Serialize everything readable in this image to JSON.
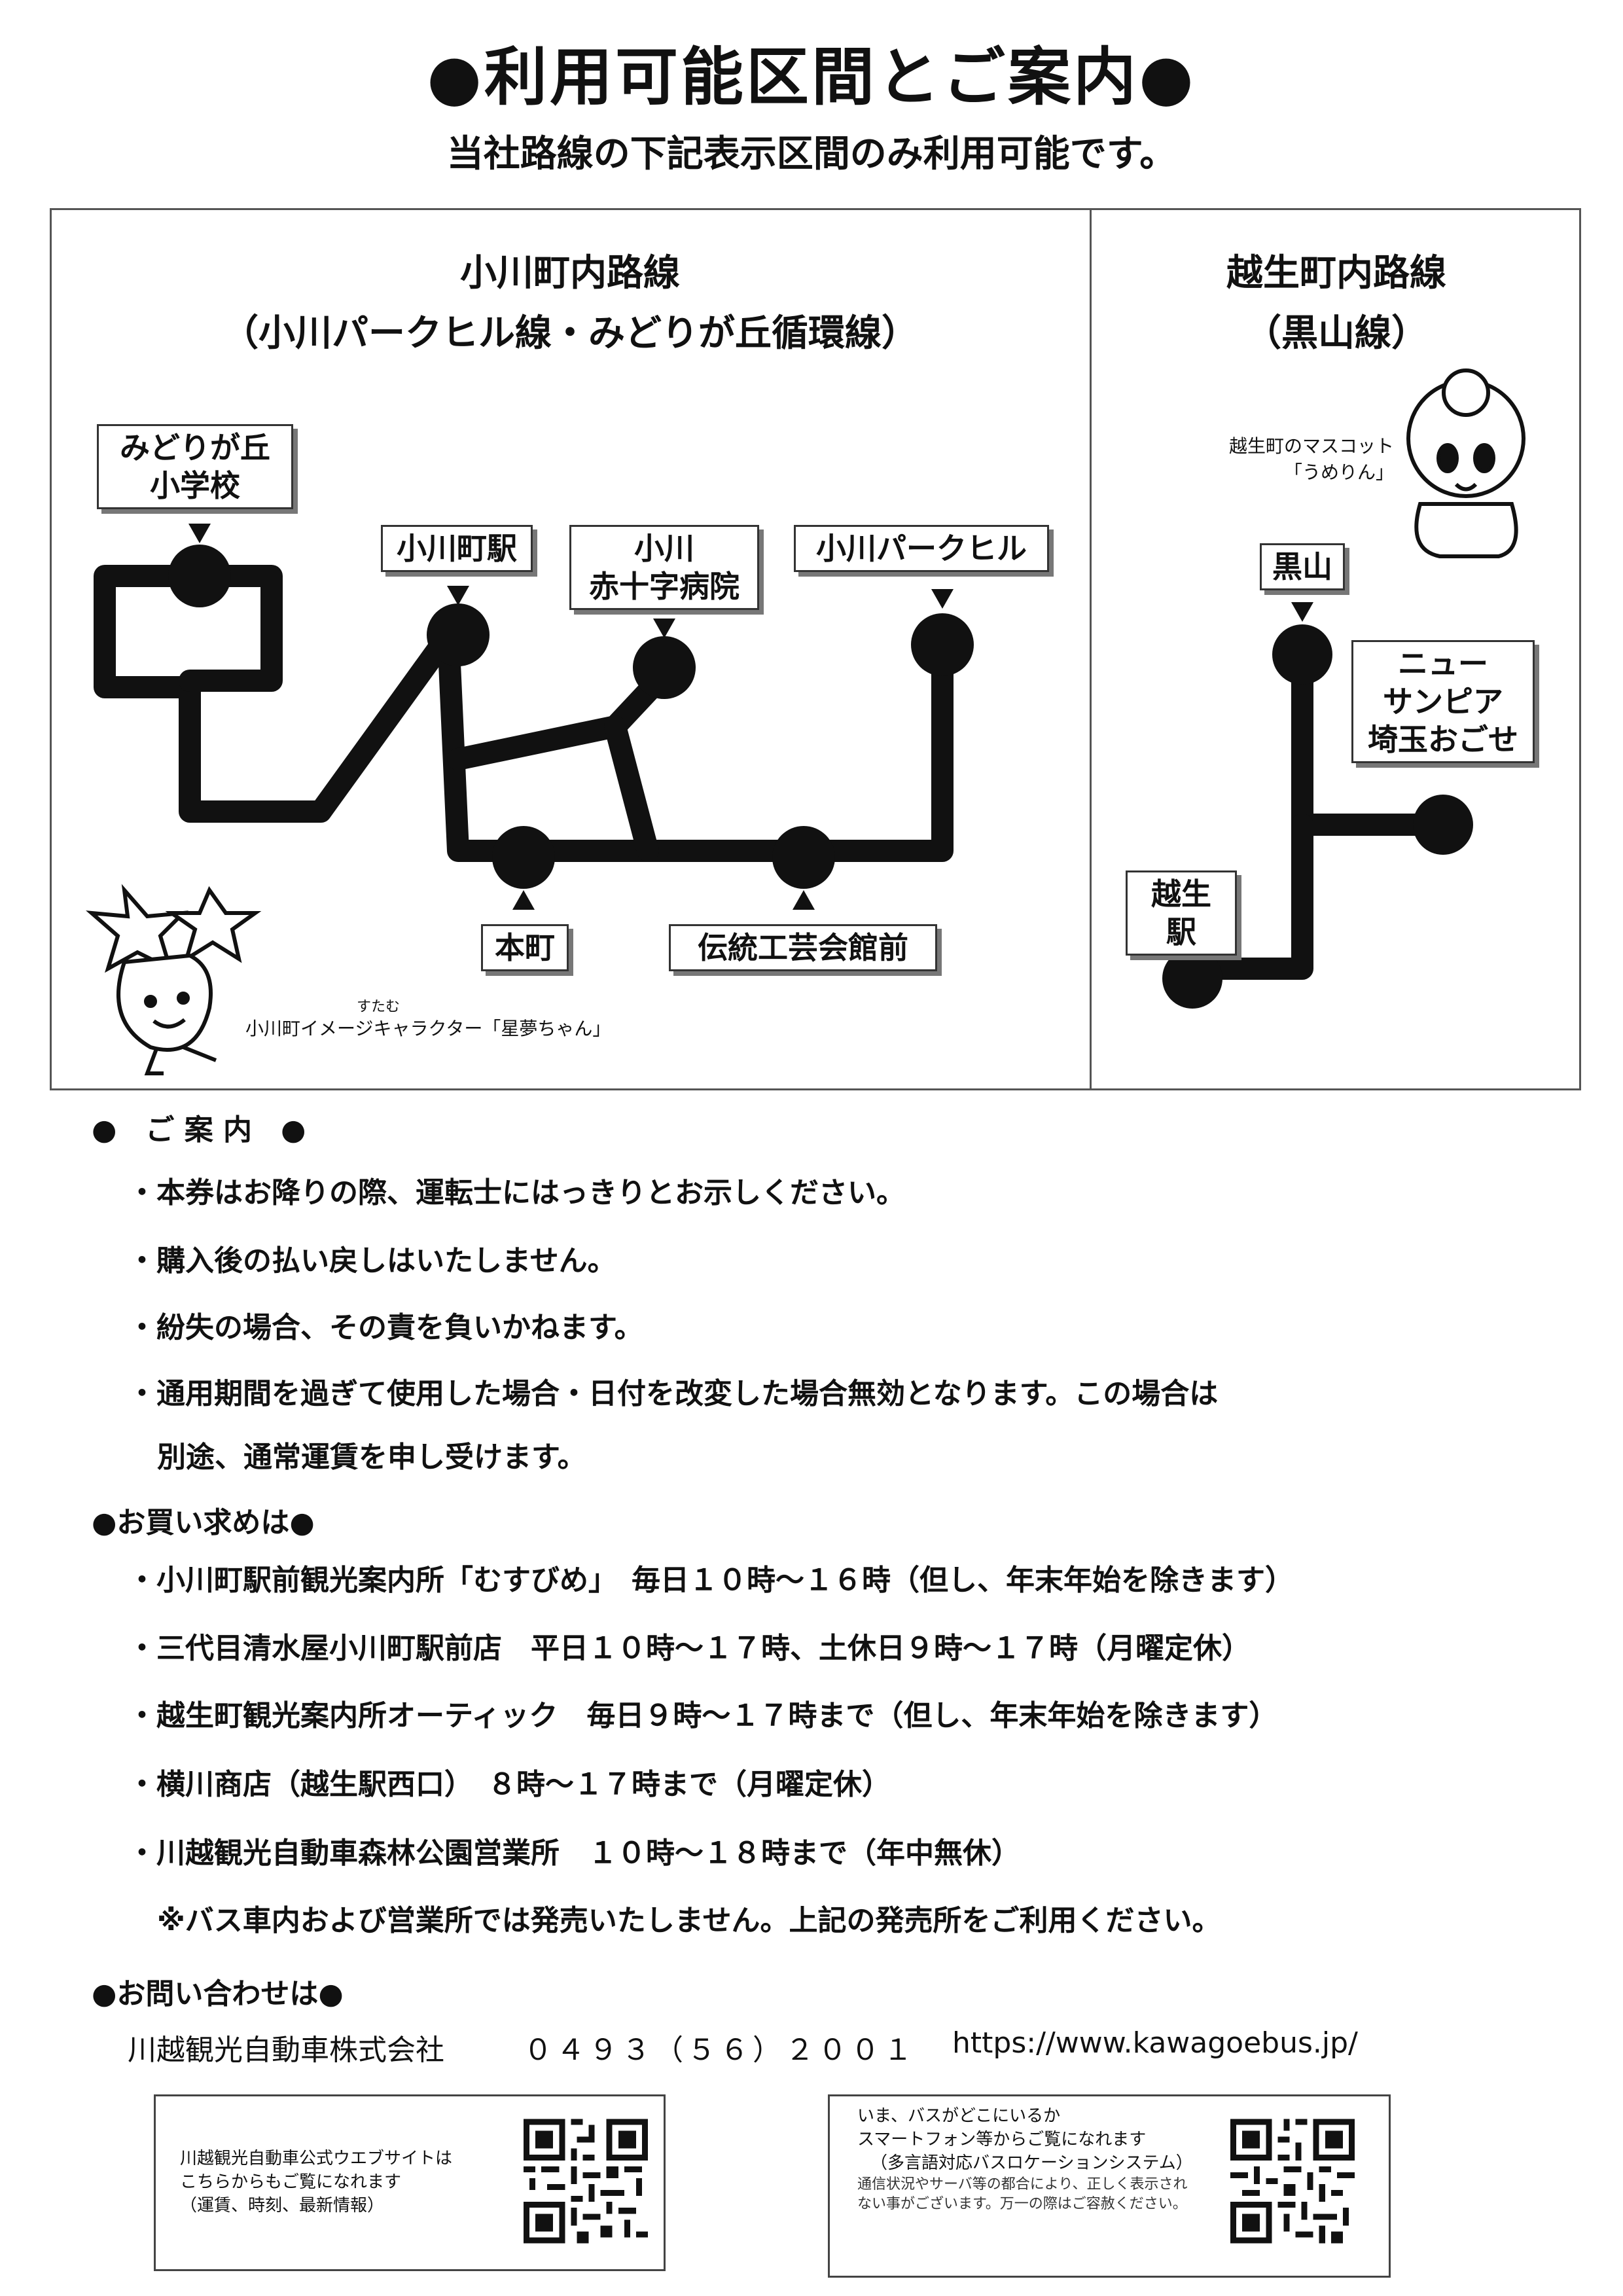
{
  "header": {
    "title": "●利用可能区間とご案内●",
    "subtitle": "当社路線の下記表示区間のみ利用可能です。"
  },
  "map": {
    "ogawa": {
      "route_name": "小川町内路線",
      "route_lines": "（小川パークヒル線・みどりが丘循環線）",
      "stops": {
        "midorigaoka_l1": "みどりが丘",
        "midorigaoka_l2": "小学校",
        "ogawamachi_station": "小川町駅",
        "red_cross_l1": "小川",
        "red_cross_l2": "赤十字病院",
        "park_hill": "小川パークヒル",
        "honcho": "本町",
        "dento_kogei": "伝統工芸会館前"
      },
      "mascot_caption": "小川町イメージキャラクター「星夢ちゃん」",
      "mascot_ruby": "すたむ"
    },
    "ogose": {
      "route_name": "越生町内路線",
      "route_lines": "（黒山線）",
      "stops": {
        "kuroyama": "黒山",
        "sunpia_l1": "ニュー",
        "sunpia_l2": "サンピア",
        "sunpia_l3": "埼玉おごせ",
        "ogose_station": "越生駅"
      },
      "mascot_caption_l1": "越生町のマスコット",
      "mascot_caption_l2": "「うめりん」"
    }
  },
  "guide": {
    "heading": "●　ご 案 内　●",
    "items": [
      "・本券はお降りの際、運転士にはっきりとお示しください。",
      "・購入後の払い戻しはいたしません。",
      "・紛失の場合、その責を負いかねます。",
      "・通用期間を過ぎて使用した場合・日付を改変した場合無効となります。この場合は",
      "別途、通常運賃を申し受けます。"
    ]
  },
  "purchase": {
    "heading": "●お買い求めは●",
    "items": [
      "・小川町駅前観光案内所「むすびめ」　毎日１０時～１６時（但し、年末年始を除きます）",
      "・三代目清水屋小川町駅前店　平日１０時～１７時、土休日９時～１７時（月曜定休）",
      "・越生町観光案内所オーティック　毎日９時～１７時まで（但し、年末年始を除きます）",
      "・横川商店（越生駅西口）　８時～１７時まで（月曜定休）",
      "・川越観光自動車森林公園営業所　１０時～１８時まで（年中無休）"
    ],
    "note": "※バス車内および営業所では発売いたしません。上記の発売所をご利用ください。"
  },
  "contact": {
    "heading": "●お問い合わせは●",
    "company": "川越観光自動車株式会社",
    "phone": "０４９３（５６）２００１",
    "url": "https://www.kawagoebus.jp/"
  },
  "qr_left": {
    "line1": "川越観光自動車公式ウエブサイトは",
    "line2": "こちらからもご覧になれます",
    "line3": "（運賃、時刻、最新情報）"
  },
  "qr_right": {
    "line1": "いま、バスがどこにいるか",
    "line2": "スマートフォン等からご覧になれます",
    "line3": "（多言語対応バスロケーションシステム）",
    "line4": "通信状況やサーバ等の都合により、正しく表示され",
    "line5": "ない事がございます。万一の際はご容赦ください。"
  },
  "colors": {
    "route_line": "#111111",
    "border": "#555555",
    "stop_shadow": "#777777"
  }
}
